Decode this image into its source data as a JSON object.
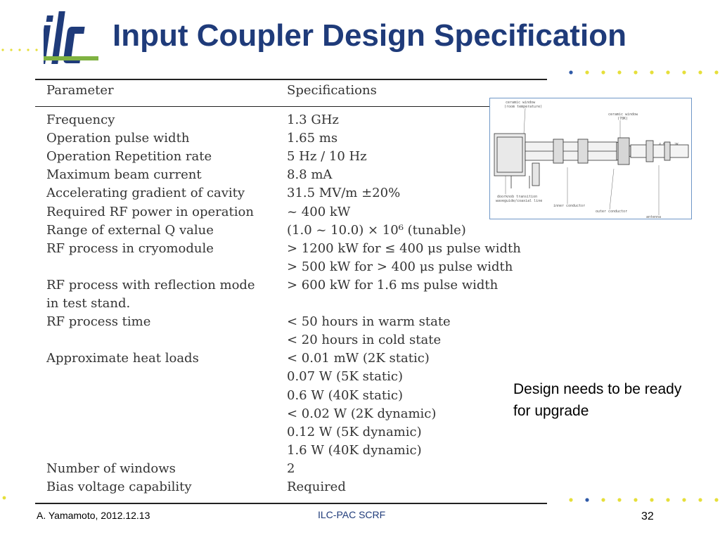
{
  "header": {
    "title": "Input Coupler Design Specification"
  },
  "table": {
    "col_parameter": "Parameter",
    "col_specifications": "Specifications",
    "rows": [
      {
        "parameter": "Frequency",
        "spec": "1.3 GHz"
      },
      {
        "parameter": "Operation pulse width",
        "spec": "1.65 ms"
      },
      {
        "parameter": "Operation Repetition rate",
        "spec": "5 Hz / 10 Hz"
      },
      {
        "parameter": "Maximum beam current",
        "spec": "8.8 mA"
      },
      {
        "parameter": "Accelerating gradient of cavity",
        "spec": "31.5 MV/m ±20%"
      },
      {
        "parameter": "Required RF power in operation",
        "spec": "~ 400 kW"
      },
      {
        "parameter": "Range of external Q value",
        "spec": "(1.0 ~ 10.0) × 10⁶ (tunable)"
      },
      {
        "parameter": "RF process in cryomodule",
        "spec": "> 1200 kW for ≤ 400 μs pulse width"
      },
      {
        "parameter": "",
        "spec": "> 500 kW for > 400 μs pulse width"
      },
      {
        "parameter": "RF process with reflection mode",
        "spec": "> 600 kW for 1.6 ms pulse width"
      },
      {
        "parameter": "in test stand.",
        "spec": ""
      },
      {
        "parameter": "RF process time",
        "spec": "< 50 hours in warm state"
      },
      {
        "parameter": "",
        "spec": "< 20 hours in cold state"
      },
      {
        "parameter": "Approximate heat loads",
        "spec": "< 0.01 mW (2K static)"
      },
      {
        "parameter": "",
        "spec": "0.07 W (5K static)"
      },
      {
        "parameter": "",
        "spec": "0.6 W (40K static)"
      },
      {
        "parameter": "",
        "spec": "< 0.02 W (2K dynamic)"
      },
      {
        "parameter": "",
        "spec": "0.12 W (5K dynamic)"
      },
      {
        "parameter": "",
        "spec": "1.6 W (40K dynamic)"
      },
      {
        "parameter": "Number of windows",
        "spec": "2"
      },
      {
        "parameter": "Bias voltage capability",
        "spec": "Required"
      }
    ]
  },
  "diagram": {
    "labels": {
      "ceramic_window_room": "ceramic window",
      "room_temperature": "(room temperature)",
      "ceramic_window_70k": "ceramic window",
      "temp_70k": "(70K)",
      "temp_4_5k": "4.5K",
      "temp_2k": "2K",
      "doorknob": "doorknob transition",
      "waveguide": "waveguide/coaxial line",
      "inner_conductor": "inner conductor",
      "outer_conductor": "outer conductor",
      "antenna": "antenna"
    }
  },
  "note": {
    "text": "Design needs to be ready for upgrade"
  },
  "footer": {
    "author_date": "A. Yamamoto, 2012.12.13",
    "event": "ILC-PAC SCRF",
    "page": "32"
  },
  "colors": {
    "title_blue": "#1f3b7a",
    "logo_blue": "#1f3b7a",
    "logo_green": "#7fb241",
    "dot_yellow": "#e6df3a",
    "dot_blue": "#2f5aa8"
  }
}
